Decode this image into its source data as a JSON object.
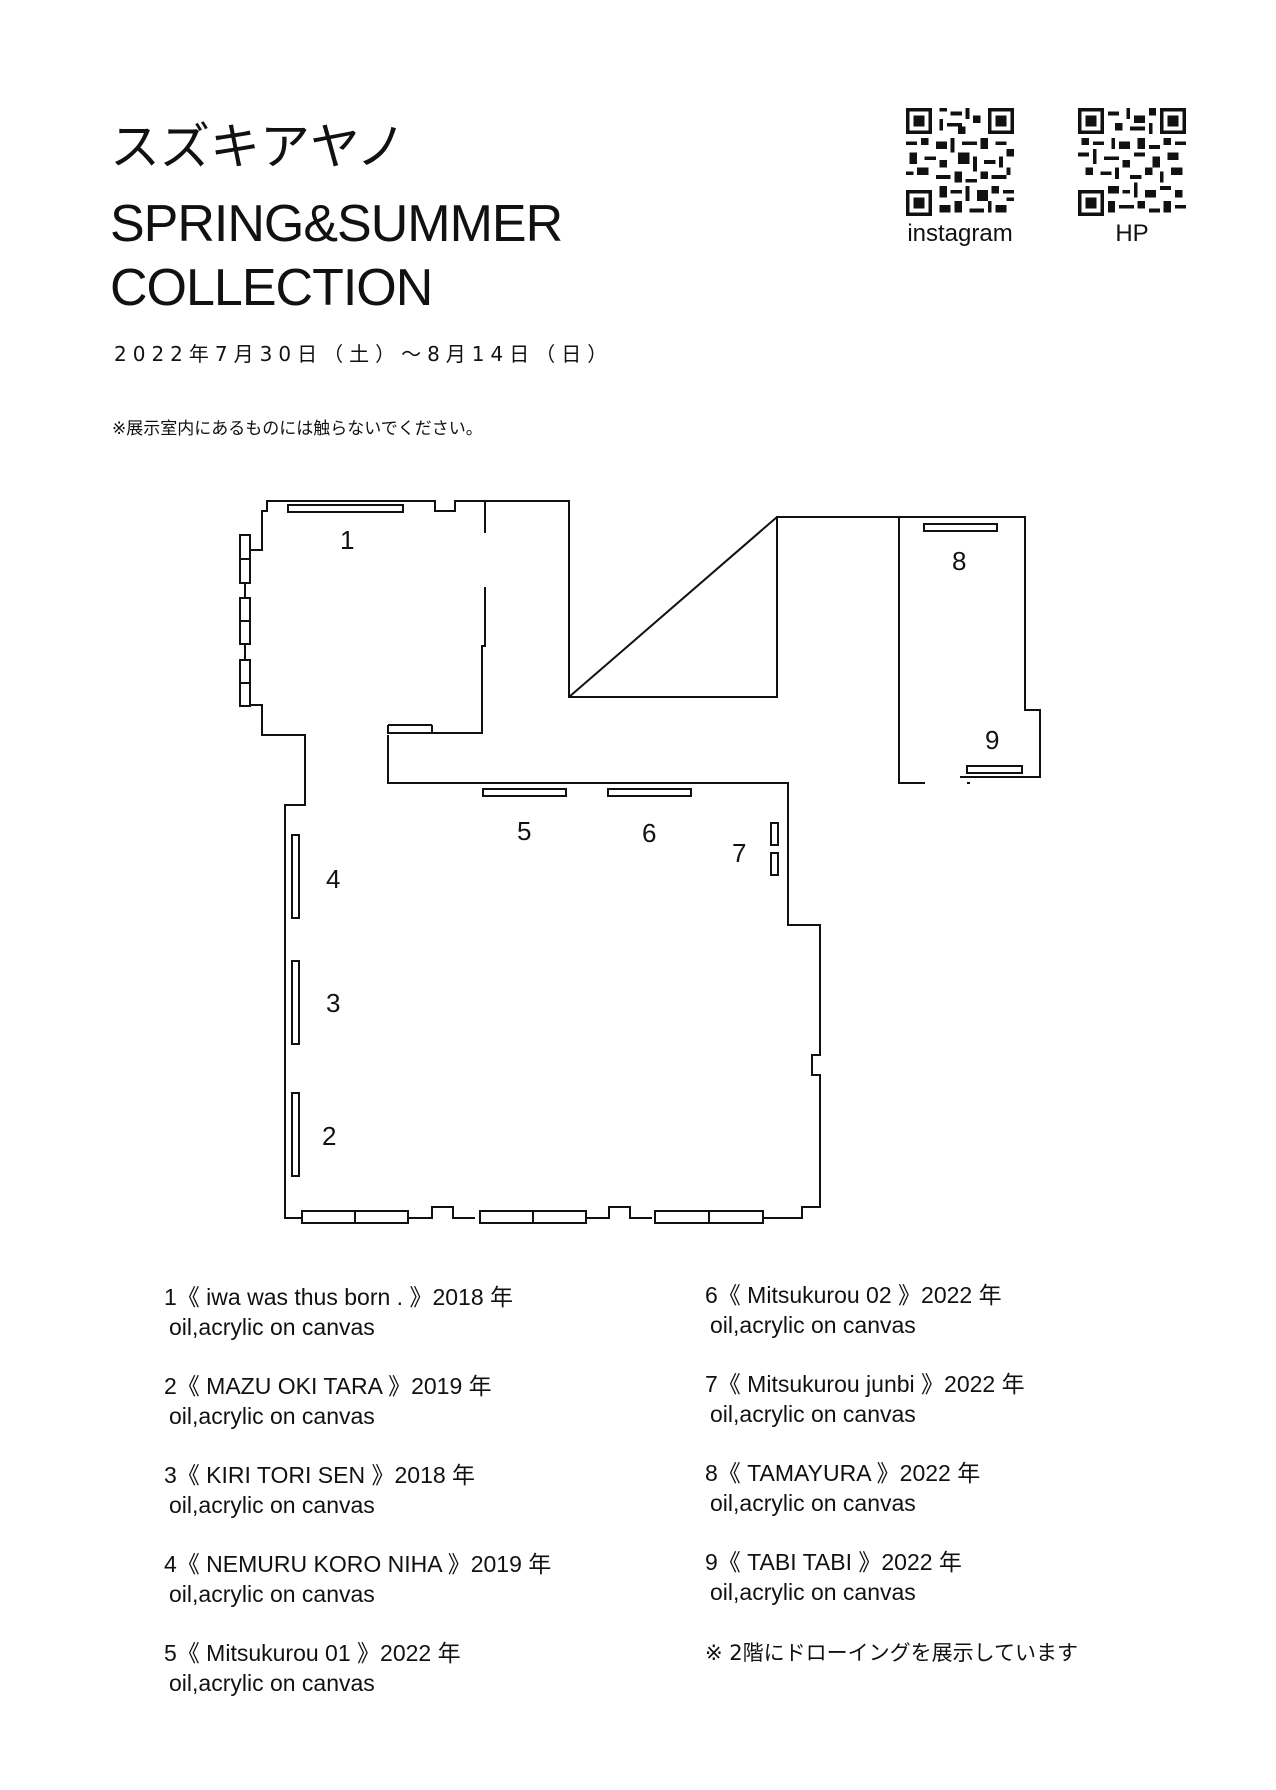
{
  "title": {
    "line1": "スズキアヤノ",
    "line2": "SPRING&SUMMER",
    "line3": "COLLECTION"
  },
  "dates": "2022年7月30日（土）〜8月14日（日）",
  "notice": "※展示室内にあるものには触らないでください。",
  "qr_codes": [
    {
      "label": "instagram",
      "icon": "qr-code-icon"
    },
    {
      "label": "HP",
      "icon": "qr-code-icon"
    }
  ],
  "floor_plan": {
    "labels": [
      "1",
      "2",
      "3",
      "4",
      "5",
      "6",
      "7",
      "8",
      "9"
    ]
  },
  "works": [
    {
      "title": "1《 iwa was thus born . 》2018 年",
      "medium": "oil,acrylic on canvas"
    },
    {
      "title": "2《 MAZU OKI TARA 》2019 年",
      "medium": "oil,acrylic on canvas"
    },
    {
      "title": "3《 KIRI TORI SEN 》2018 年",
      "medium": "oil,acrylic on canvas"
    },
    {
      "title": "4《 NEMURU KORO NIHA 》2019 年",
      "medium": "oil,acrylic on canvas"
    },
    {
      "title": "5《 Mitsukurou 01 》2022 年",
      "medium": "oil,acrylic on canvas"
    },
    {
      "title": "6《 Mitsukurou 02 》2022 年",
      "medium": "oil,acrylic on canvas"
    },
    {
      "title": "7《 Mitsukurou junbi 》2022 年",
      "medium": "oil,acrylic on canvas"
    },
    {
      "title": "8《 TAMAYURA 》2022 年",
      "medium": "oil,acrylic on canvas"
    },
    {
      "title": "9《 TABI TABI 》2022 年",
      "medium": "oil,acrylic on canvas"
    }
  ],
  "footnote": "※  2階にドローイングを展示しています"
}
